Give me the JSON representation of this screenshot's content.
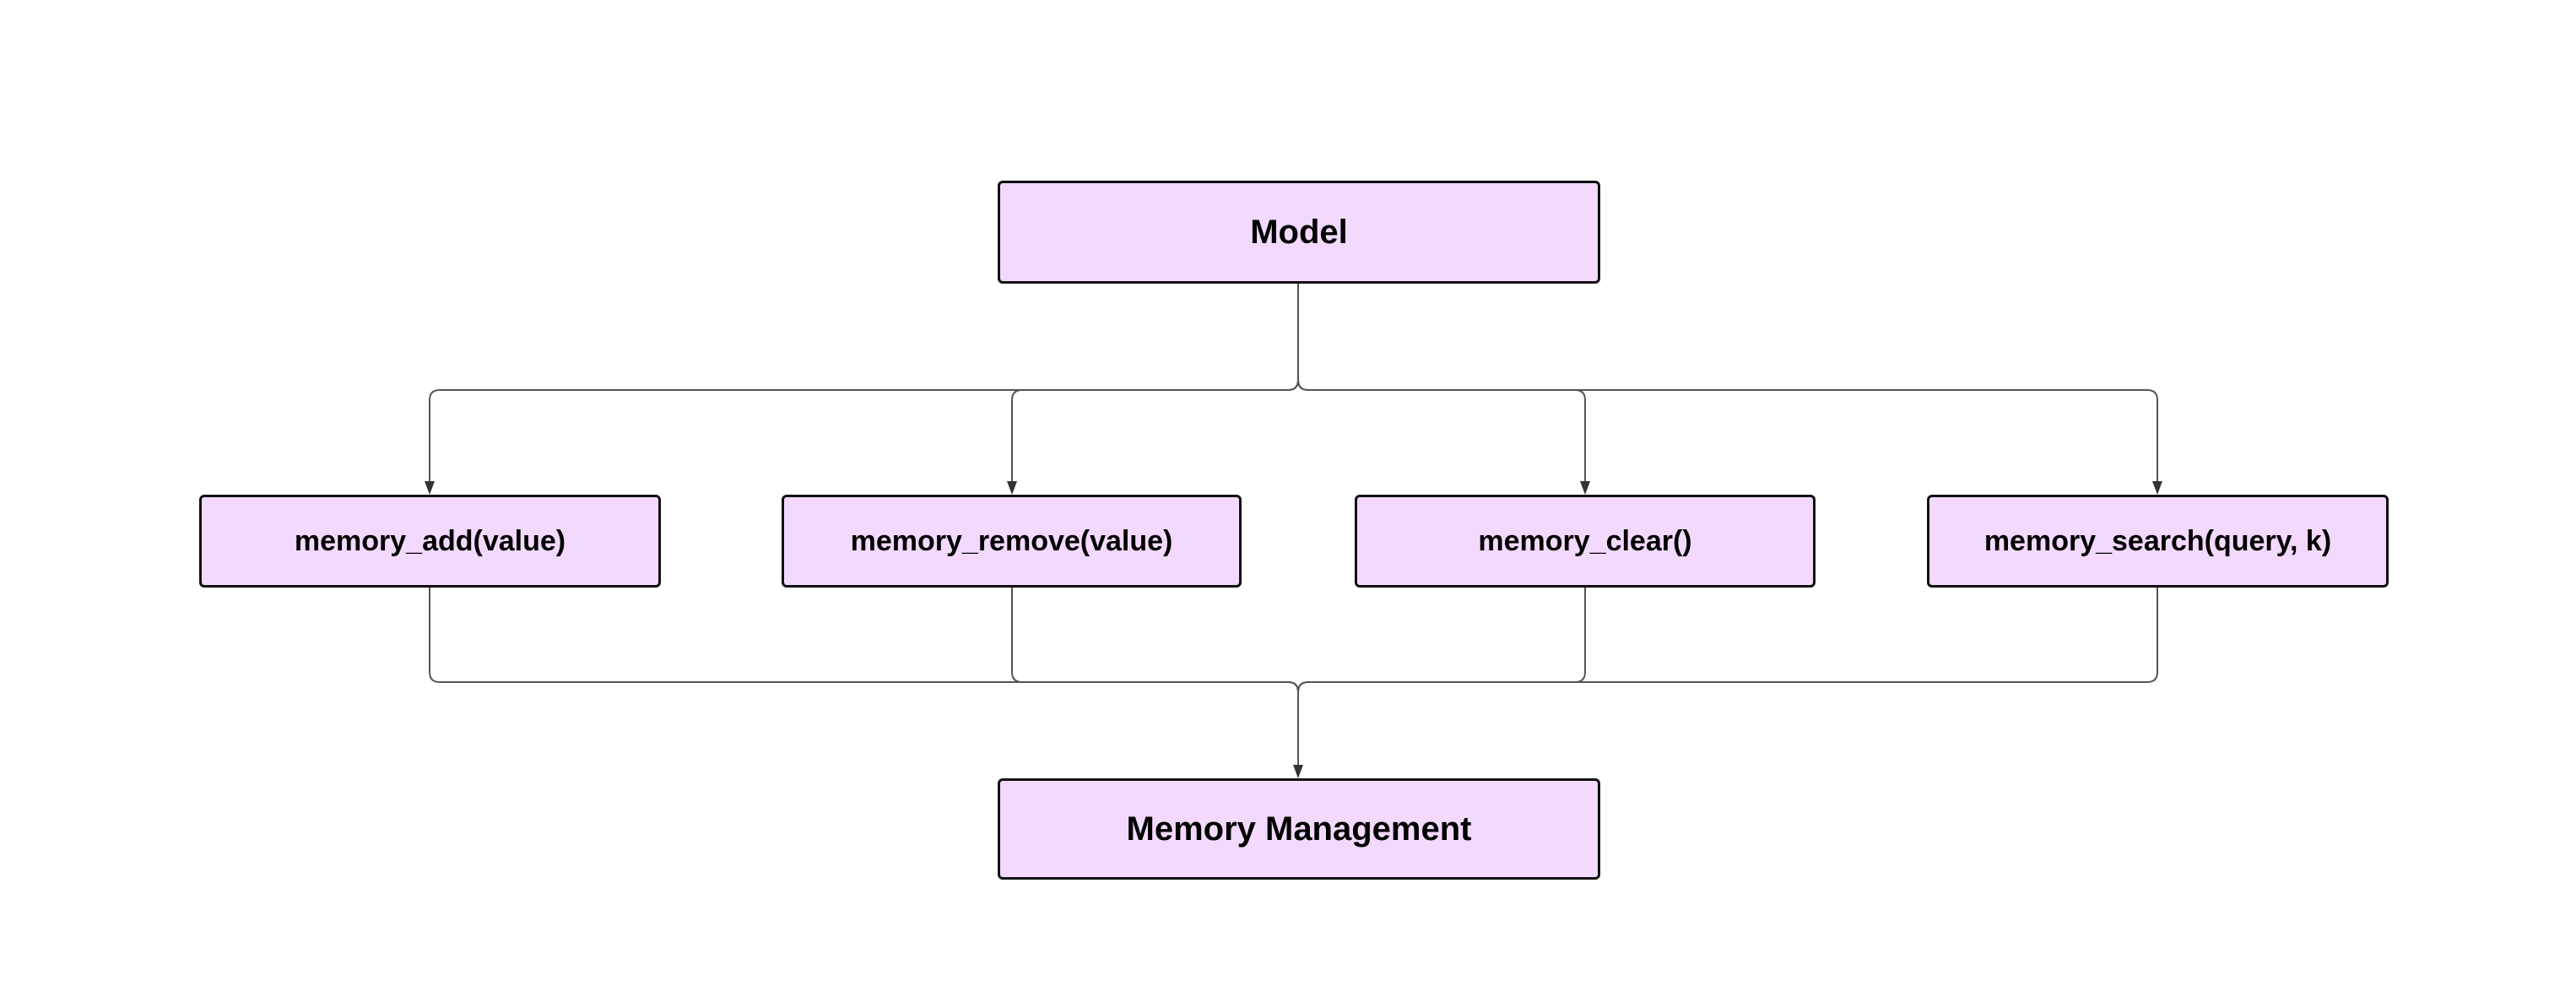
{
  "diagram": {
    "top_node": "Model",
    "methods": [
      "memory_add(value)",
      "memory_remove(value)",
      "memory_clear()",
      "memory_search(query, k)"
    ],
    "bottom_node": "Memory Management",
    "colors": {
      "node_fill": "#f2d9fd",
      "node_border": "#111111",
      "edge": "#444444"
    }
  }
}
